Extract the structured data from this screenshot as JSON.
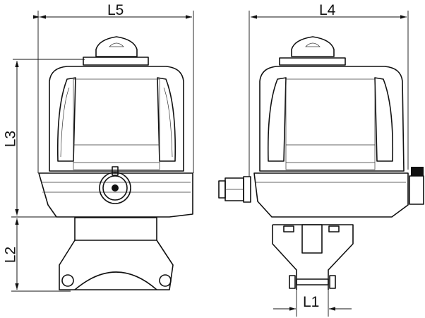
{
  "dimensions": {
    "L5": "L5",
    "L3": "L3",
    "L2": "L2",
    "L4": "L4",
    "L1": "L1"
  },
  "colors": {
    "line": "#111111",
    "background": "#ffffff"
  }
}
